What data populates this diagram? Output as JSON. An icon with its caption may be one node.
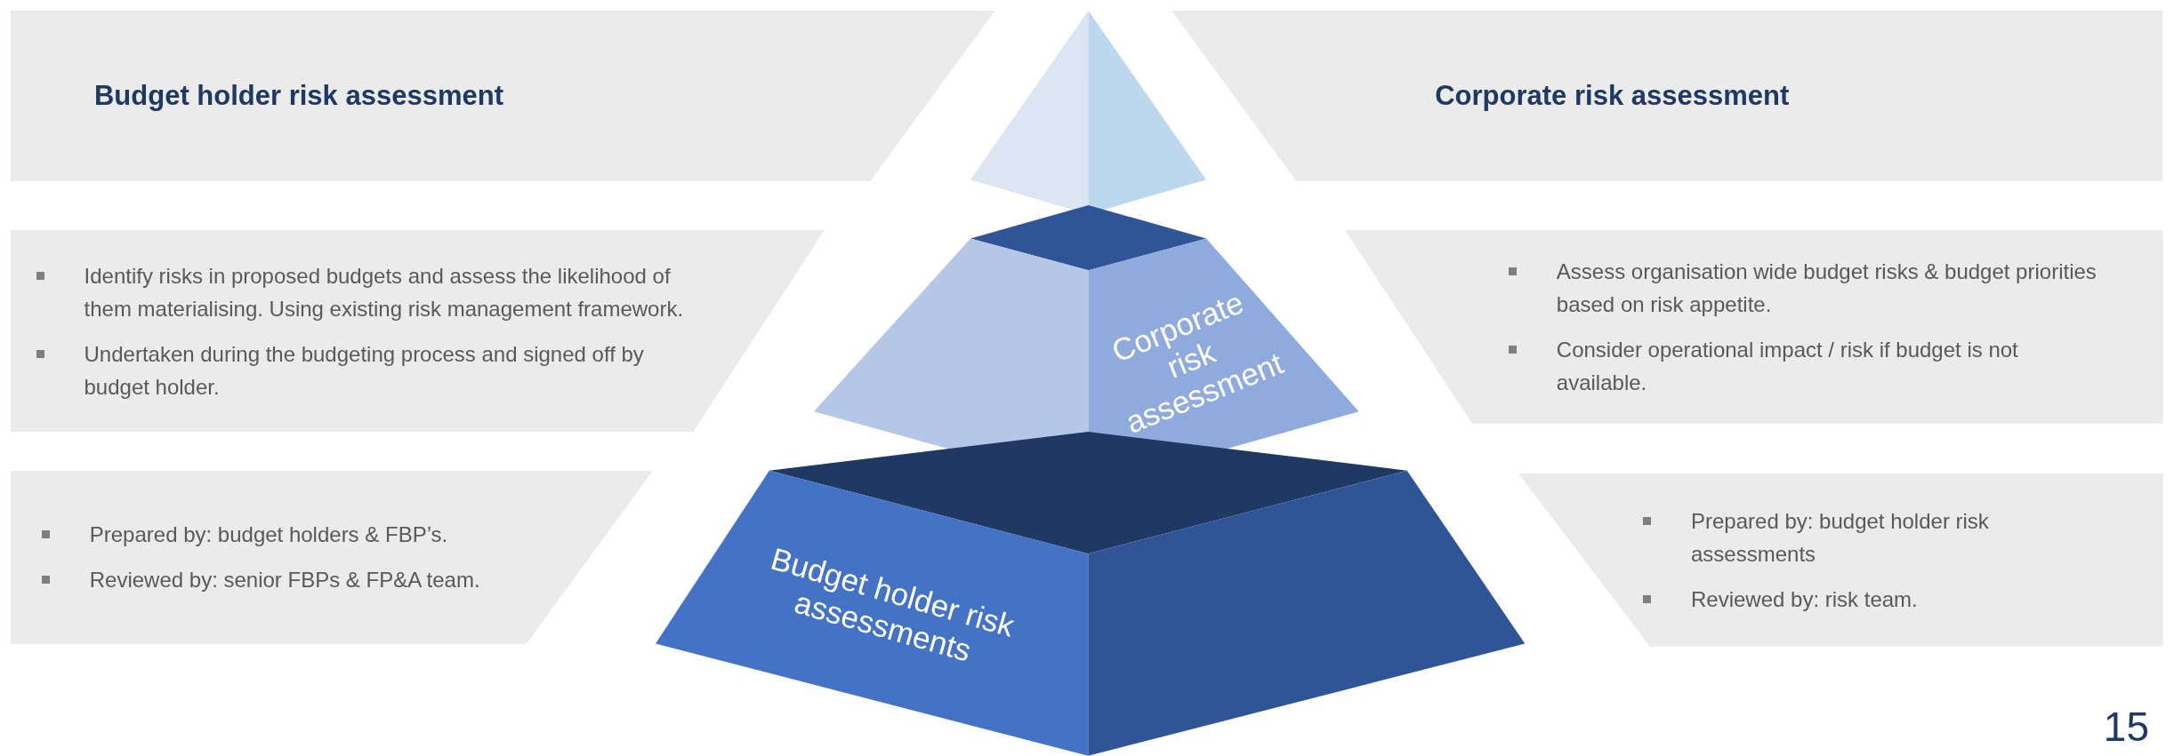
{
  "diagram": {
    "nodes": [
      {
        "text": [
          "Budget holder risk assessment"
        ]
      },
      {
        "text": [
          "Corporate risk assessment"
        ]
      },
      {
        "text": [
          "Identify risks in proposed budgets and assess the likelihood of them materialising.  Using existing risk management framework.",
          "Undertaken during the budgeting process and signed off by budget holder."
        ]
      },
      {
        "text": [
          "Assess organisation wide budget risks & budget priorities based on risk appetite.",
          "Consider operational impact / risk if budget is not available."
        ]
      },
      {
        "text": [
          "Prepared by: budget holders & FBP’s.",
          "Reviewed by: senior FBPs & FP&A team."
        ]
      },
      {
        "text": [
          "Prepared by: budget holder risk assessments",
          "Reviewed by: risk team."
        ]
      },
      {
        "text": [],
        "shape": "triangle"
      },
      {
        "text": [
          "Corporate risk assessment"
        ]
      },
      {
        "text": [
          "Budget holder risk assessments"
        ]
      }
    ],
    "labels": [
      "15"
    ]
  }
}
